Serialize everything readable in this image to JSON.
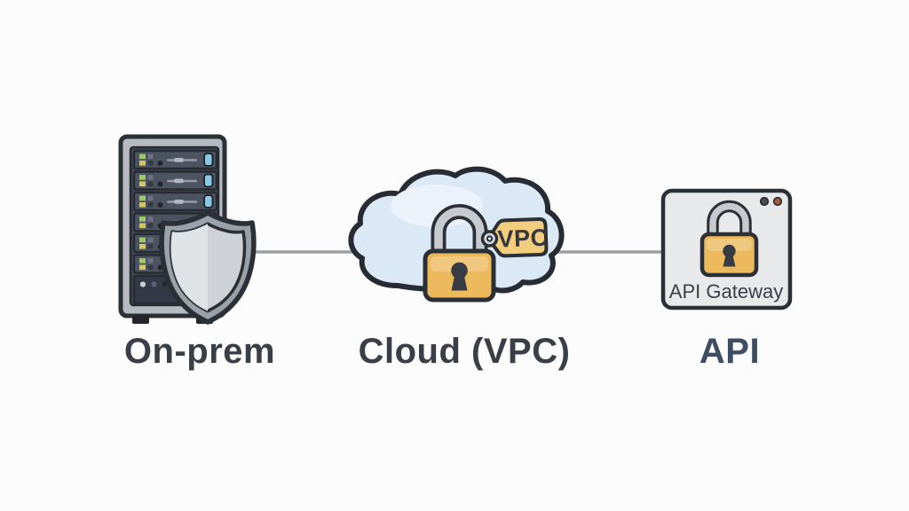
{
  "colors": {
    "background": "#fcfcfd",
    "outline": "#2b2f36",
    "connector": "#9d9fa2",
    "cloud_fill": "#dbe8f5",
    "cloud_highlight": "#ebf2fa",
    "lock_body": "#edb95d",
    "lock_shackle": "#c7cbd0",
    "keyhole": "#383d45",
    "tag_fill": "#f2cd7d",
    "shield_outer": "#9ba1a9",
    "shield_inner": "#ced2d7",
    "shield_highlight": "#e0e3e6",
    "server_case": "#b7bbc1",
    "server_panel": "#3f4552",
    "server_bay": "#4d5461",
    "led_green": "#9ccb62",
    "led_yellow": "#d6c757",
    "bay_blue": "#84c9e8",
    "api_box_fill": "#e8e9eb",
    "window_dot_dark": "#4a4f57",
    "window_dot_red": "#a35b3c",
    "label_color": "#3a3f47",
    "api_label_color": "#3f4d63",
    "box_label_color": "#3a3e46",
    "tag_text_color": "#34373d"
  },
  "nodes": {
    "onprem": {
      "label": "On-prem"
    },
    "cloud": {
      "label": "Cloud (VPC)",
      "tag_label": "VPC"
    },
    "api": {
      "label": "API",
      "box_label": "API Gateway"
    }
  }
}
